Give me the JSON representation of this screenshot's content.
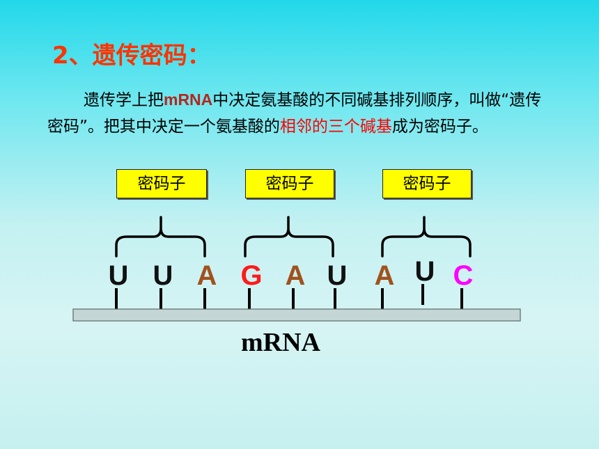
{
  "title": "2、遗传密码：",
  "paragraph": {
    "part1": "遗传学上把",
    "highlight_mrna": "mRNA",
    "part2": "中决定氨基酸的不同碱基排列顺序，叫做“遗传密码”。把其中决定一个氨基酸的",
    "highlight_red": "相邻的三个碱基",
    "part3": "成为密码子。"
  },
  "codons": [
    "密码子",
    "密码子",
    "密码子"
  ],
  "bases": [
    {
      "letter": "U",
      "color": "#111111"
    },
    {
      "letter": "U",
      "color": "#111111"
    },
    {
      "letter": "A",
      "color": "#a0521d"
    },
    {
      "letter": "G",
      "color": "#ff1a1a"
    },
    {
      "letter": "A",
      "color": "#a0521d"
    },
    {
      "letter": "U",
      "color": "#111111"
    },
    {
      "letter": "A",
      "color": "#a0521d"
    },
    {
      "letter": "U",
      "color": "#111111"
    },
    {
      "letter": "C",
      "color": "#ff00ff"
    }
  ],
  "strand_label": "mRNA",
  "colors": {
    "title": "#ff3300",
    "codon_box": "#ffff00",
    "strand": "#c5d6d6",
    "highlight_red": "#ff0000"
  }
}
